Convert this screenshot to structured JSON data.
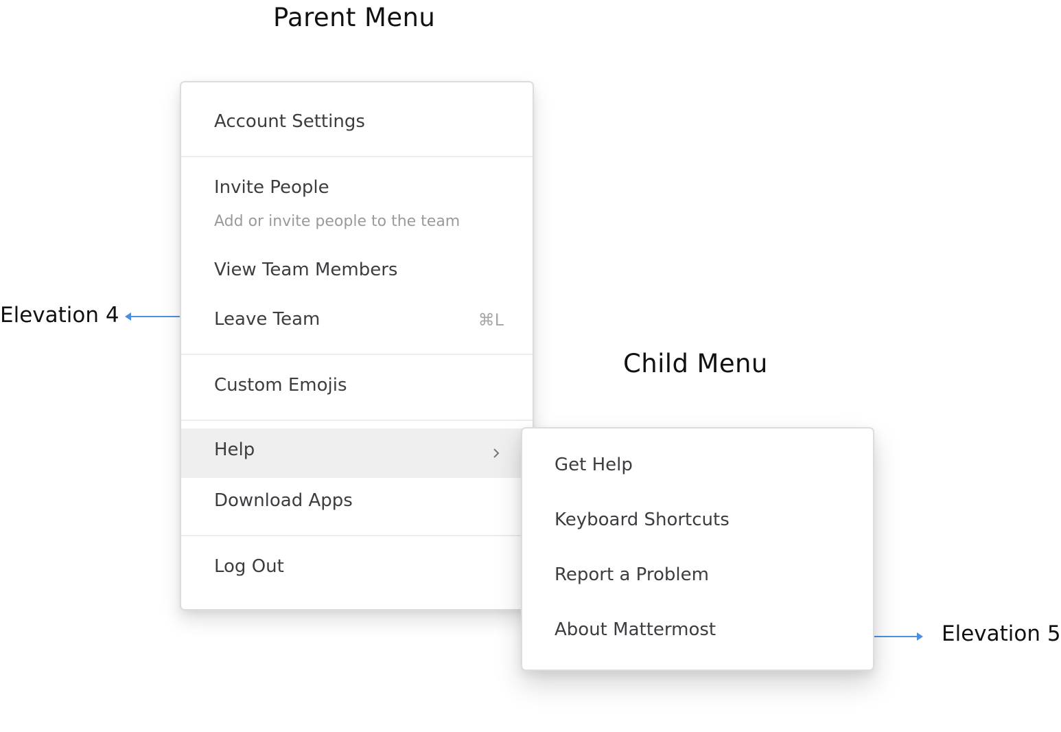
{
  "headings": {
    "parent": "Parent Menu",
    "child": "Child Menu"
  },
  "annotations": {
    "elevation_parent": "Elevation 4",
    "elevation_child": "Elevation 5",
    "arrow_color": "#4a90e2"
  },
  "parent_menu": {
    "account_settings": "Account Settings",
    "invite_people": "Invite People",
    "invite_people_description": "Add or invite people to the team",
    "view_team_members": "View Team Members",
    "leave_team": "Leave Team",
    "leave_team_shortcut": "⌘L",
    "custom_emojis": "Custom Emojis",
    "help": "Help",
    "help_icon": "chevron-right-icon",
    "download_apps": "Download Apps",
    "log_out": "Log Out",
    "highlight_color": "#efefef"
  },
  "child_menu": {
    "get_help": "Get Help",
    "keyboard_shortcuts": "Keyboard Shortcuts",
    "report_a_problem": "Report a Problem",
    "about_mattermost": "About Mattermost"
  }
}
